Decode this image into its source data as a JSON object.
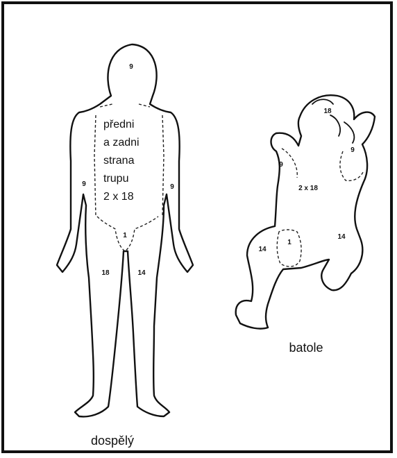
{
  "adult": {
    "head": "9",
    "trunk_lines": [
      "předni",
      "a zadni",
      "strana",
      "trupu",
      "2 x 18"
    ],
    "arm_right": "9",
    "arm_left": "9",
    "groin": "1",
    "leg_right": "18",
    "leg_left": "14",
    "caption": "dospělý"
  },
  "toddler": {
    "head": "18",
    "arm_right": "9",
    "arm_left": "9",
    "trunk": "2 x 18",
    "groin": "1",
    "leg_right": "14",
    "leg_left": "14",
    "caption": "batole"
  }
}
